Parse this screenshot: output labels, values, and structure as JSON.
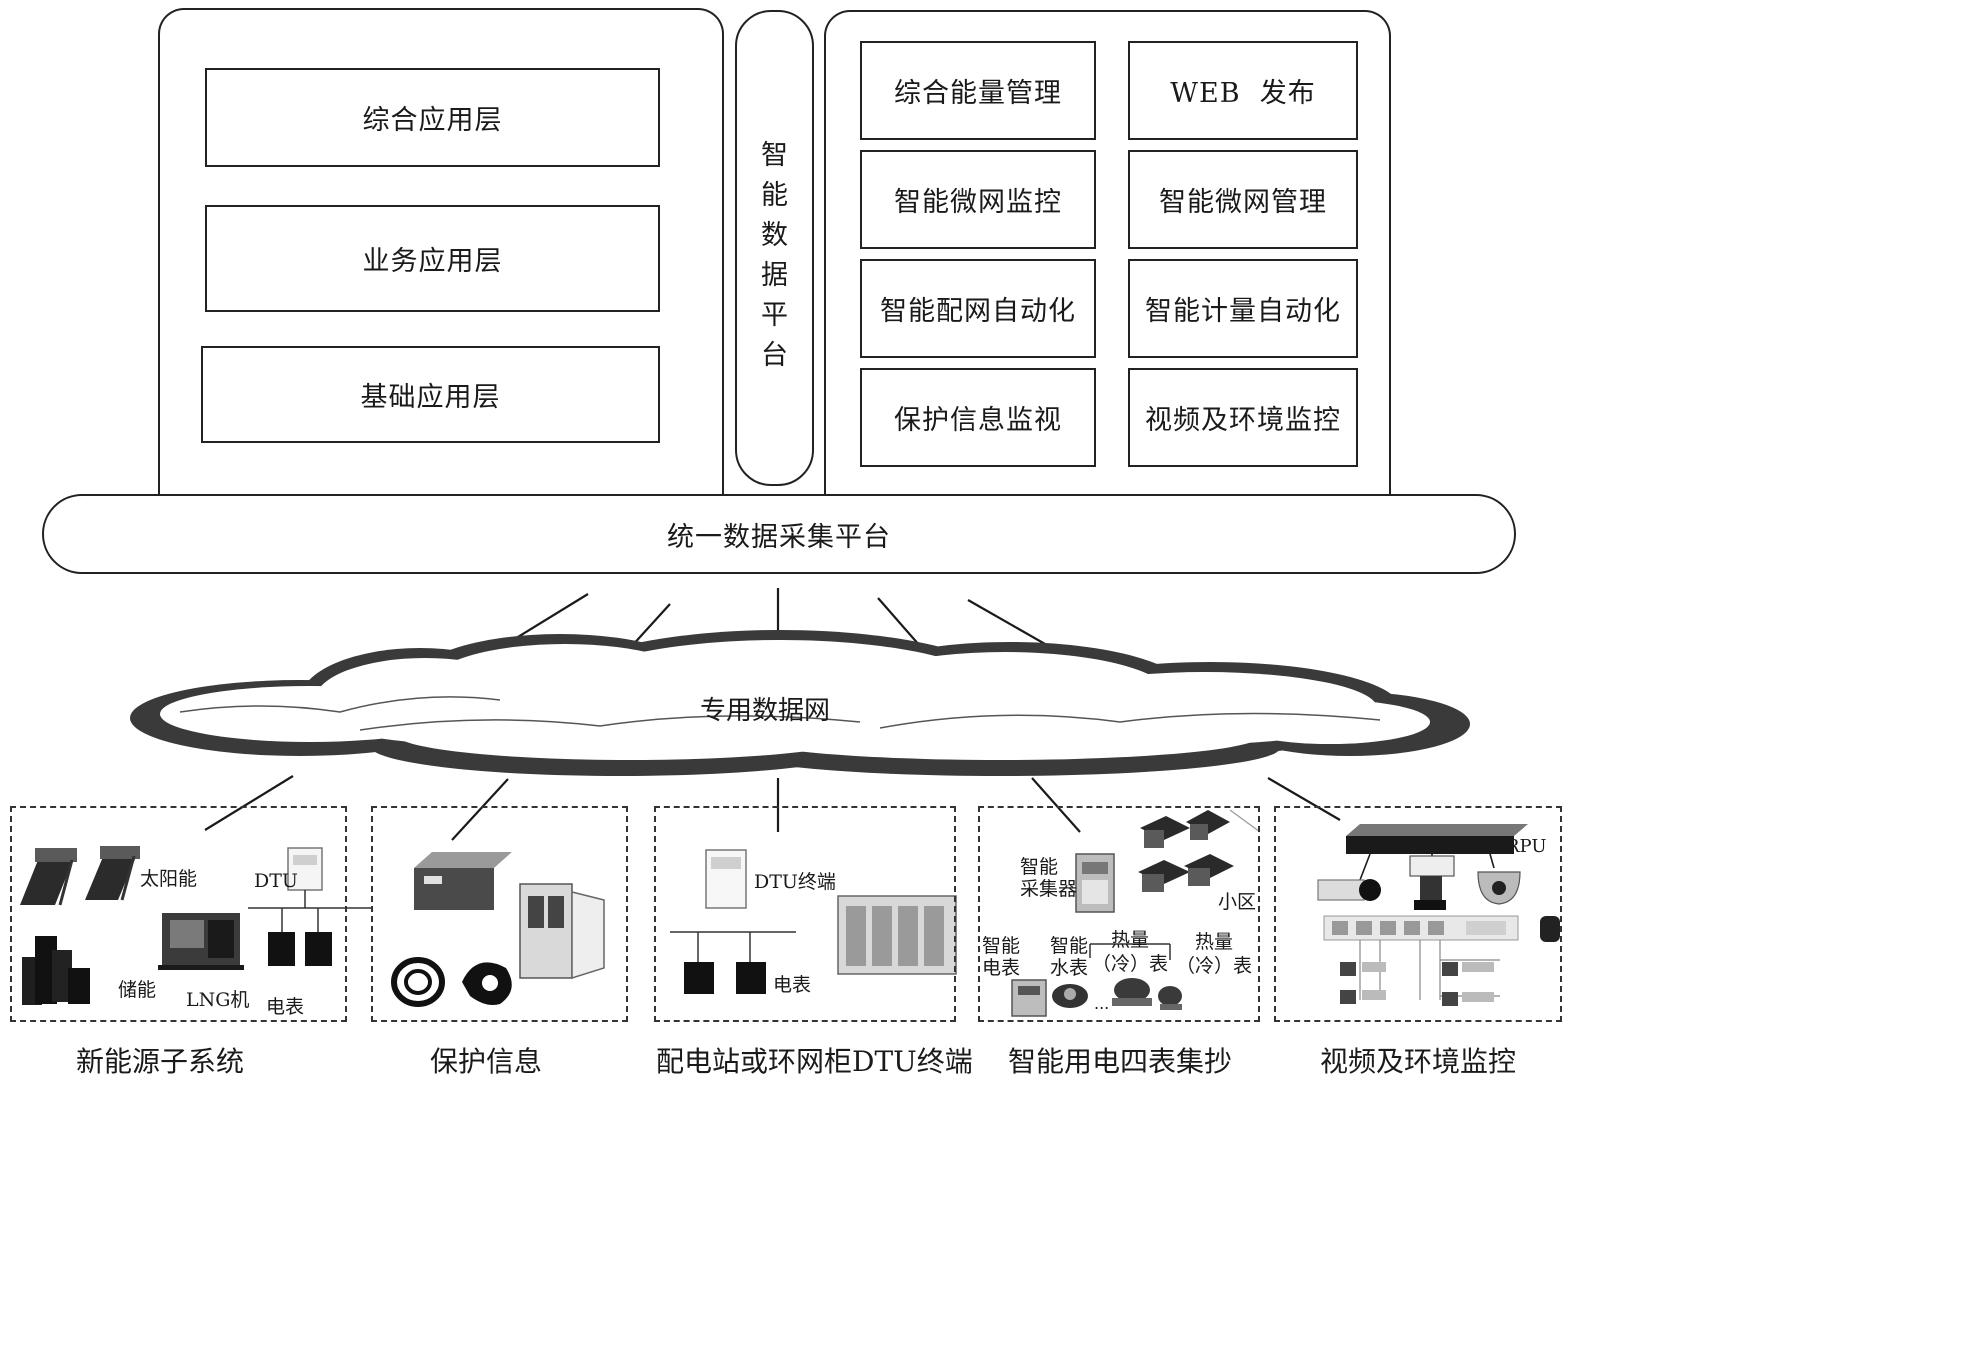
{
  "left_panel": {
    "layers": [
      "综合应用层",
      "业务应用层",
      "基础应用层"
    ]
  },
  "middle_pillar": {
    "chars": [
      "智",
      "能",
      "数",
      "据",
      "平",
      "台"
    ]
  },
  "right_panel": {
    "modules": [
      "综合能量管理",
      "WEB  发布",
      "智能微网监控",
      "智能微网管理",
      "智能配网自动化",
      "智能计量自动化",
      "保护信息监视",
      "视频及环境监控"
    ]
  },
  "collection_platform": {
    "label": "统一数据采集平台"
  },
  "network_cloud": {
    "label": "专用数据网"
  },
  "subsystems": [
    {
      "caption": "新能源子系统",
      "labels": {
        "solar": "太阳能",
        "dtu": "DTU",
        "storage": "储能",
        "lng": "LNG机",
        "meter": "电表"
      }
    },
    {
      "caption": "保护信息"
    },
    {
      "caption": "配电站或环网柜DTU终端",
      "labels": {
        "dtu_terminal": "DTU终端",
        "meter": "电表"
      }
    },
    {
      "caption": "智能用电四表集抄",
      "labels": {
        "collector": "智能\n采集器",
        "community": "小区",
        "smart_meter": "智能\n电表",
        "water_meter": "智能\n水表",
        "heat_meter_1": "热量\n（冷）表",
        "heat_meter_2": "热量\n（冷）表",
        "ellipsis": "..."
      }
    },
    {
      "caption": "视频及环境监控",
      "labels": {
        "rpu": "RPU"
      }
    }
  ]
}
